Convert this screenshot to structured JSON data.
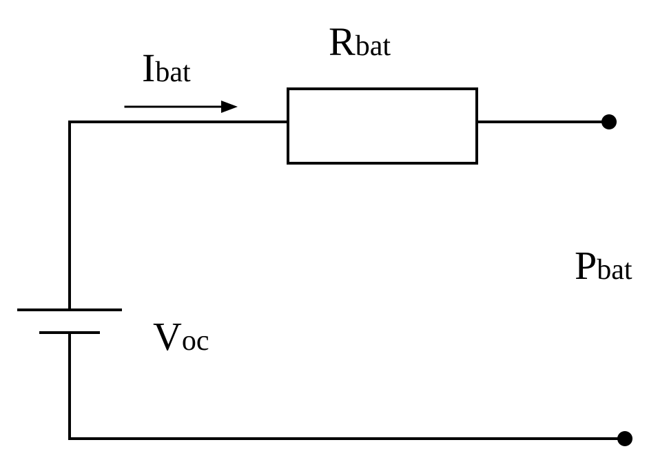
{
  "diagram": {
    "type": "circuit-schematic",
    "colors": {
      "background": "#ffffff",
      "line": "#000000"
    },
    "labels": {
      "current": {
        "main": "I",
        "sub": "bat"
      },
      "resistor": {
        "main": "R",
        "sub": "bat"
      },
      "power": {
        "main": "P",
        "sub": "bat"
      },
      "voltage": {
        "main": "V",
        "sub": "oc"
      }
    },
    "components": [
      {
        "id": "battery",
        "kind": "voltage-source",
        "label": "Voc"
      },
      {
        "id": "resistor",
        "kind": "resistor",
        "label": "Rbat"
      },
      {
        "id": "current-arrow",
        "kind": "current-direction",
        "label": "Ibat",
        "direction": "right"
      },
      {
        "id": "terminal-top",
        "kind": "terminal"
      },
      {
        "id": "terminal-bottom",
        "kind": "terminal"
      }
    ],
    "connections": [
      {
        "from": "battery",
        "to": "resistor"
      },
      {
        "from": "resistor",
        "to": "terminal-top"
      },
      {
        "from": "battery",
        "to": "terminal-bottom"
      }
    ]
  }
}
